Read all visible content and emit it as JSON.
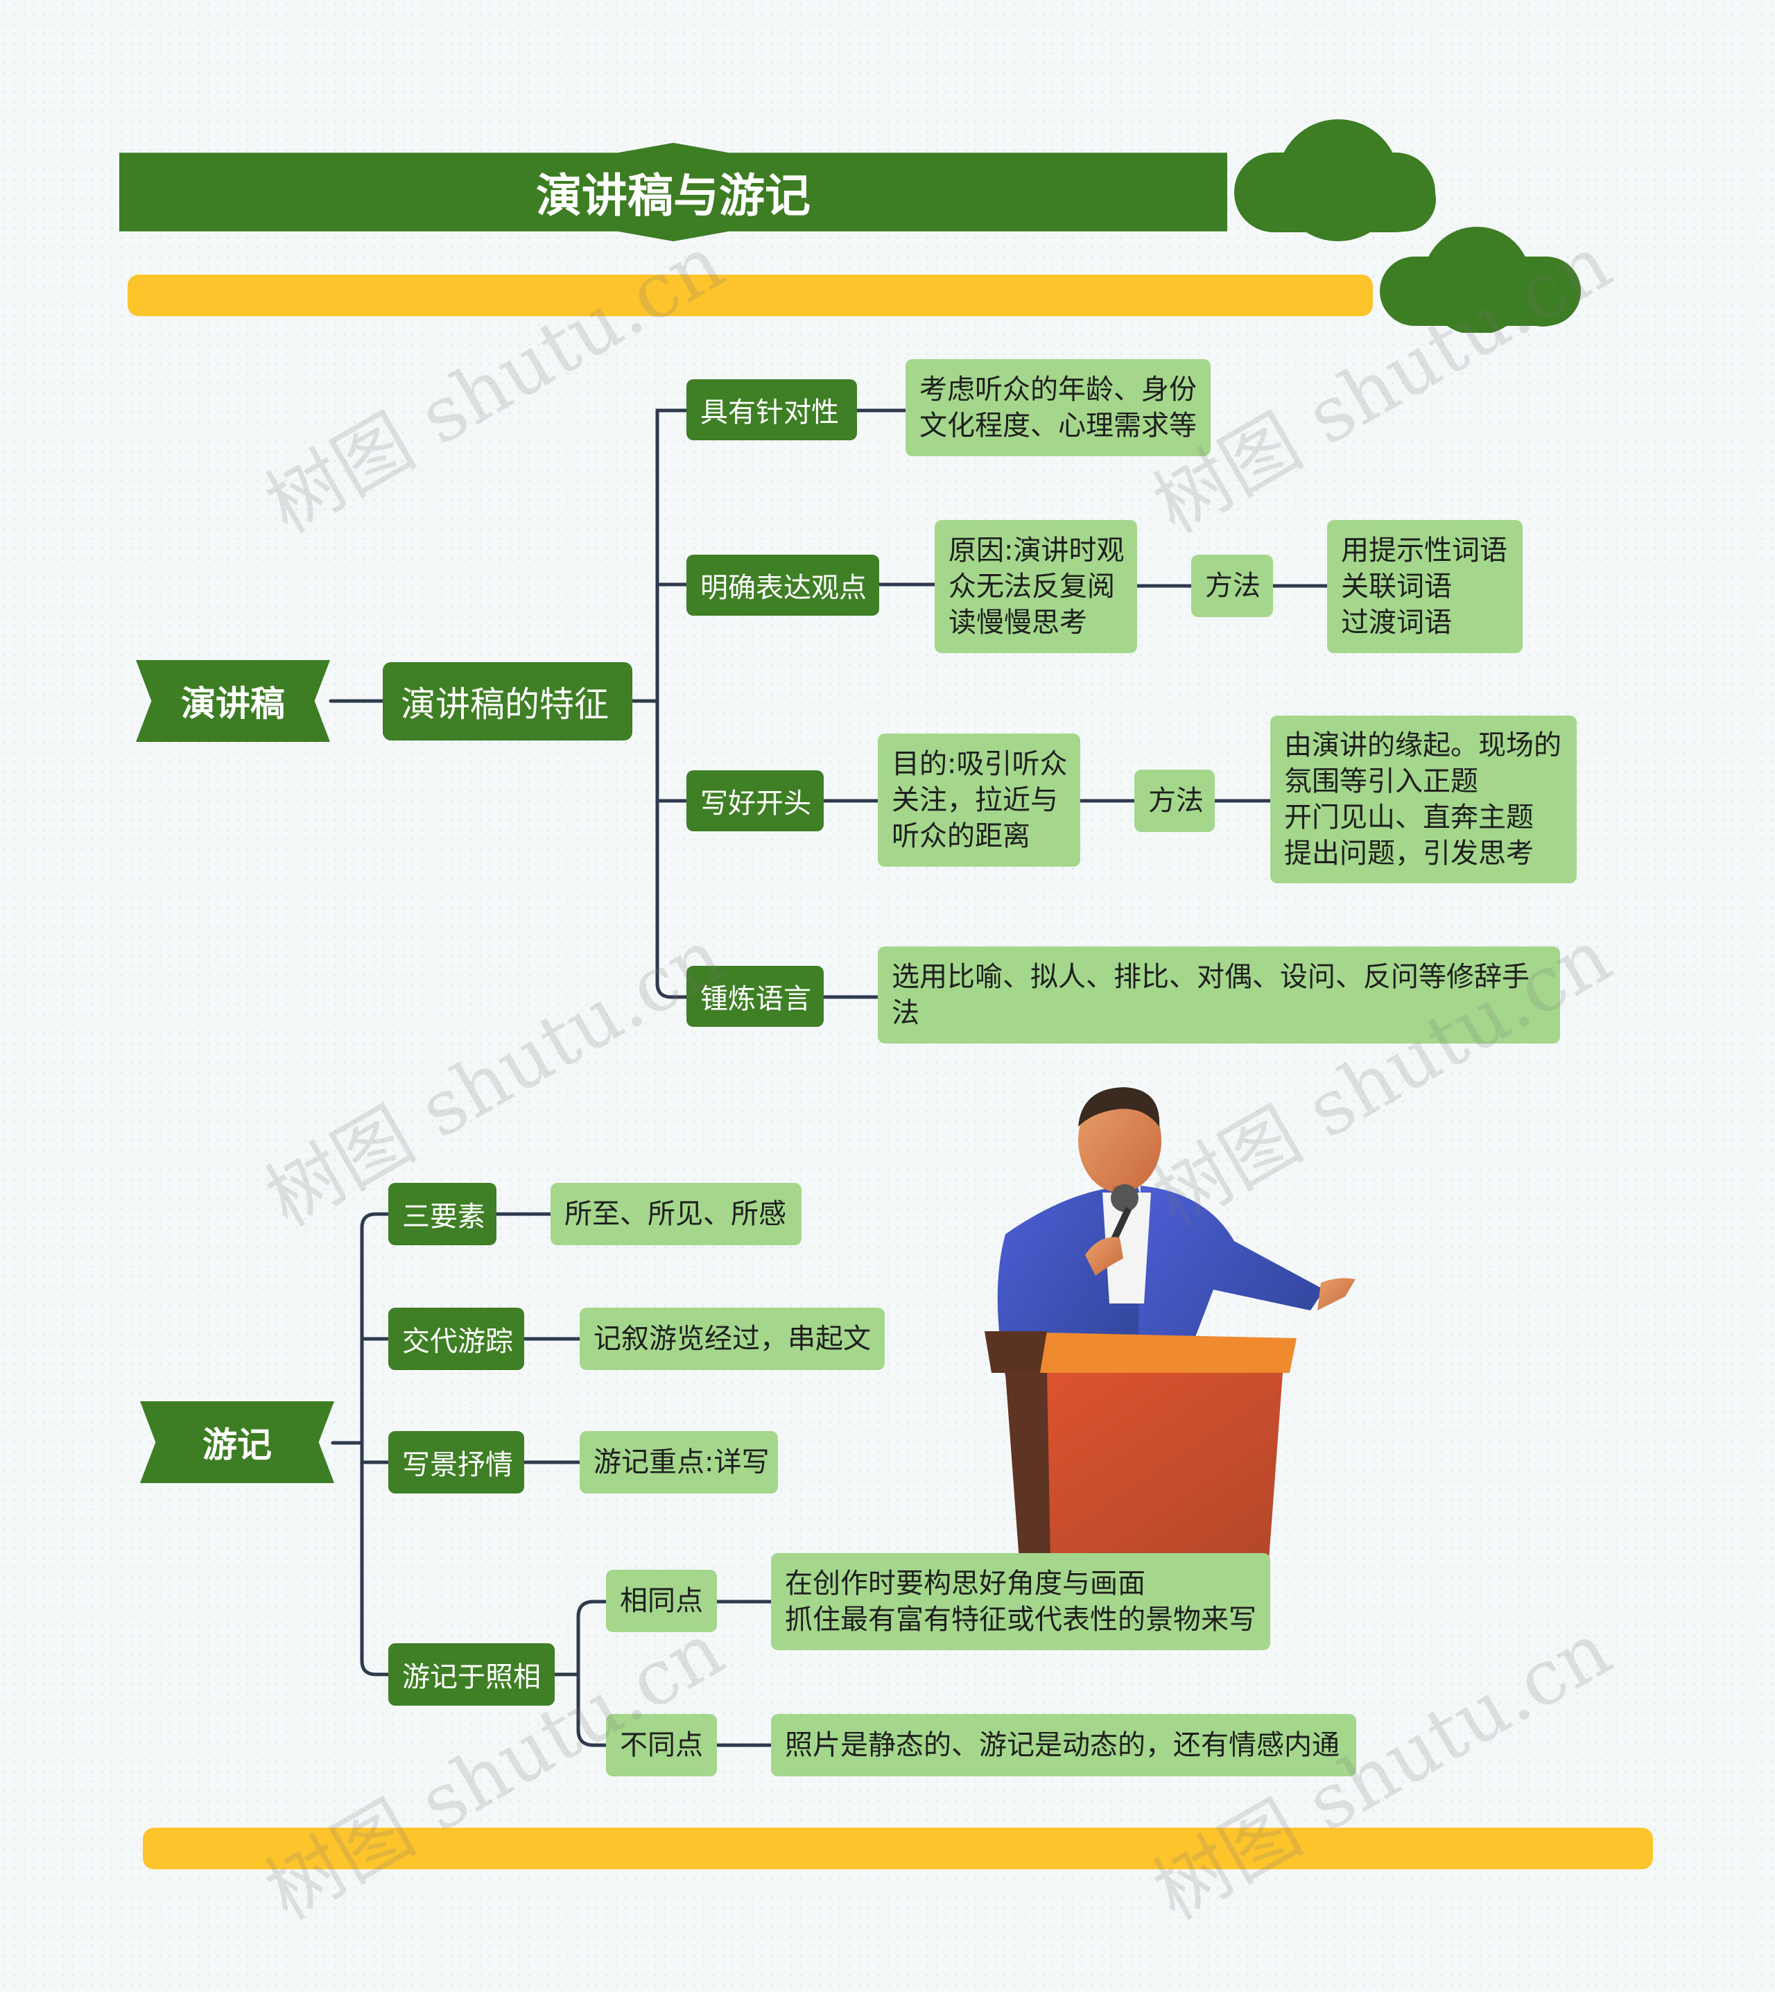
{
  "title": "演讲稿与游记",
  "watermark": "树图 shutu.cn",
  "colors": {
    "dark_green": "#3f7f25",
    "light_green": "#a4d78c",
    "yellow": "#fdc42c",
    "line": "#2e3a4d"
  },
  "speech": {
    "root": "演讲稿",
    "center": "演讲稿的特征",
    "b1": {
      "label": "具有针对性",
      "detail": [
        "考虑听众的年龄、身份",
        "文化程度、心理需求等"
      ]
    },
    "b2": {
      "label": "明确表达观点",
      "reason": [
        "原因:演讲时观",
        "众无法反复阅",
        "读慢慢思考"
      ],
      "method": "方法",
      "result": [
        "用提示性词语",
        "关联词语",
        "过渡词语"
      ]
    },
    "b3": {
      "label": "写好开头",
      "purpose": [
        "目的:吸引听众",
        "关注，拉近与",
        "听众的距离"
      ],
      "method": "方法",
      "result": [
        "由演讲的缘起。现场的",
        "氛围等引入正题",
        "开门见山、直奔主题",
        "提出问题，引发思考"
      ]
    },
    "b4": {
      "label": "锺炼语言",
      "detail": [
        "选用比喻、拟人、排比、对偶、设问、反问等修辞手",
        "法"
      ]
    }
  },
  "travel": {
    "root": "游记",
    "b1": {
      "label": "三要素",
      "detail": "所至、所见、所感"
    },
    "b2": {
      "label": "交代游踪",
      "detail": "记叙游览经过，串起文"
    },
    "b3": {
      "label": "写景抒情",
      "detail": "游记重点:详写"
    },
    "b4": {
      "label": "游记于照相",
      "same": {
        "label": "相同点",
        "detail": [
          "在创作时要构思好角度与画面",
          "抓住最有富有特征或代表性的景物来写"
        ]
      },
      "diff": {
        "label": "不同点",
        "detail": "照片是静态的、游记是动态的，还有情感内通"
      }
    }
  }
}
